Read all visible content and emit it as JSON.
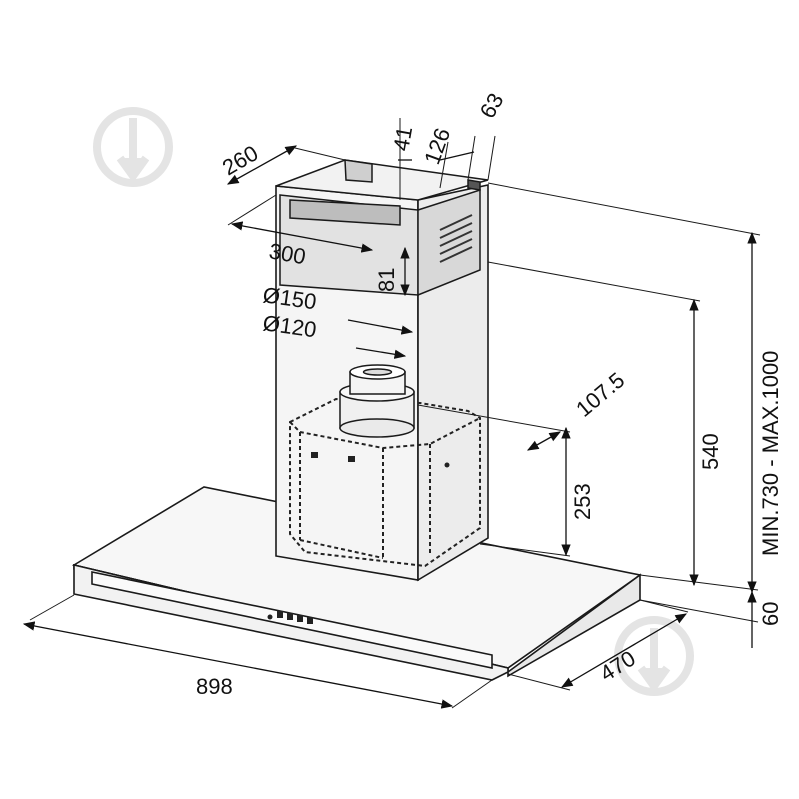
{
  "dimensions": {
    "width_total": "898",
    "depth": "470",
    "duct_depth": "260",
    "duct_width": "300",
    "offset_41": "41",
    "offset_126": "126",
    "offset_63": "63",
    "outlet_height": "81",
    "outlet_dia_outer": "Ø150",
    "outlet_dia_inner": "Ø120",
    "motor_offset": "107.5",
    "motor_height": "253",
    "chimney_height": "540",
    "total_height": "MIN.730 - MAX.1000",
    "canopy_height": "60"
  },
  "colors": {
    "line": "#1a1a1a",
    "fill": "#f3f3f3",
    "dark": "#222222",
    "watermark": "#e6e6e6"
  }
}
